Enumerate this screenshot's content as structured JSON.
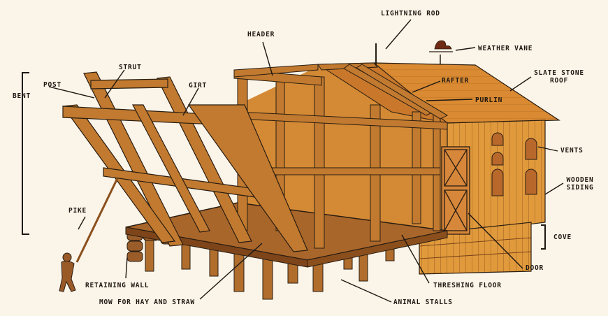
{
  "labels": {
    "lightning_rod": "LIGHTNING ROD",
    "header": "HEADER",
    "weather_vane": "WEATHER VANE",
    "strut": "STRUT",
    "girt": "GIRT",
    "post": "POST",
    "slate_roof": "SLATE STONE\nROOF",
    "rafter": "RAFTER",
    "purlin": "PURLIN",
    "bent": "BENT",
    "vents": "VENTS",
    "wooden_siding": "WOODEN\nSIDING",
    "pike": "PIKE",
    "cove": "COVE",
    "door": "DOOR",
    "retaining_wall": "RETAINING WALL",
    "threshing_floor": "THRESHING FLOOR",
    "mow": "MOW FOR HAY AND STRAW",
    "animal_stalls": "ANIMAL STALLS"
  },
  "colors": {
    "background": "#fbf4e8",
    "timber": "#c17a2f",
    "timber_dark": "#8a4f1c",
    "siding": "#e09a3c",
    "roof": "#d98a32",
    "floor": "#a9662a",
    "ink": "#1e1712",
    "figure": "#9a5a28"
  }
}
